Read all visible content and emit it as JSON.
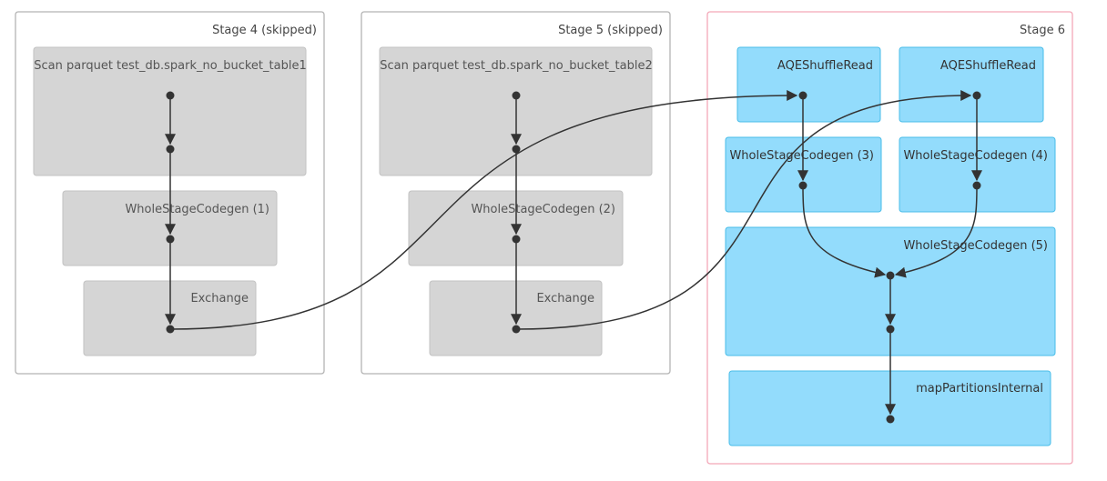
{
  "stages": [
    {
      "id": "stage-4",
      "title": "Stage 4 (skipped)",
      "status": "skipped",
      "nodes": [
        {
          "id": "scan1",
          "label": "Scan parquet test_db.spark_no_bucket_table1",
          "kind": "grey"
        },
        {
          "id": "wsc1",
          "label": "WholeStageCodegen (1)",
          "kind": "grey"
        },
        {
          "id": "ex1",
          "label": "Exchange",
          "kind": "grey"
        }
      ]
    },
    {
      "id": "stage-5",
      "title": "Stage 5 (skipped)",
      "status": "skipped",
      "nodes": [
        {
          "id": "scan2",
          "label": "Scan parquet test_db.spark_no_bucket_table2",
          "kind": "grey"
        },
        {
          "id": "wsc2",
          "label": "WholeStageCodegen (2)",
          "kind": "grey"
        },
        {
          "id": "ex2",
          "label": "Exchange",
          "kind": "grey"
        }
      ]
    },
    {
      "id": "stage-6",
      "title": "Stage 6",
      "status": "active",
      "nodes": [
        {
          "id": "aqe1",
          "label": "AQEShuffleRead",
          "kind": "blue"
        },
        {
          "id": "aqe2",
          "label": "AQEShuffleRead",
          "kind": "blue"
        },
        {
          "id": "wsc3",
          "label": "WholeStageCodegen (3)",
          "kind": "blue"
        },
        {
          "id": "wsc4",
          "label": "WholeStageCodegen (4)",
          "kind": "blue"
        },
        {
          "id": "wsc5",
          "label": "WholeStageCodegen (5)",
          "kind": "blue"
        },
        {
          "id": "mpi",
          "label": "mapPartitionsInternal",
          "kind": "blue"
        }
      ]
    }
  ],
  "colors": {
    "skipped_stage_border": "#b4b4b4",
    "active_stage_border": "#f3a8b8",
    "skipped_node_fill": "#d5d5d5",
    "active_node_fill": "#93dcfc",
    "edge": "#333333"
  }
}
